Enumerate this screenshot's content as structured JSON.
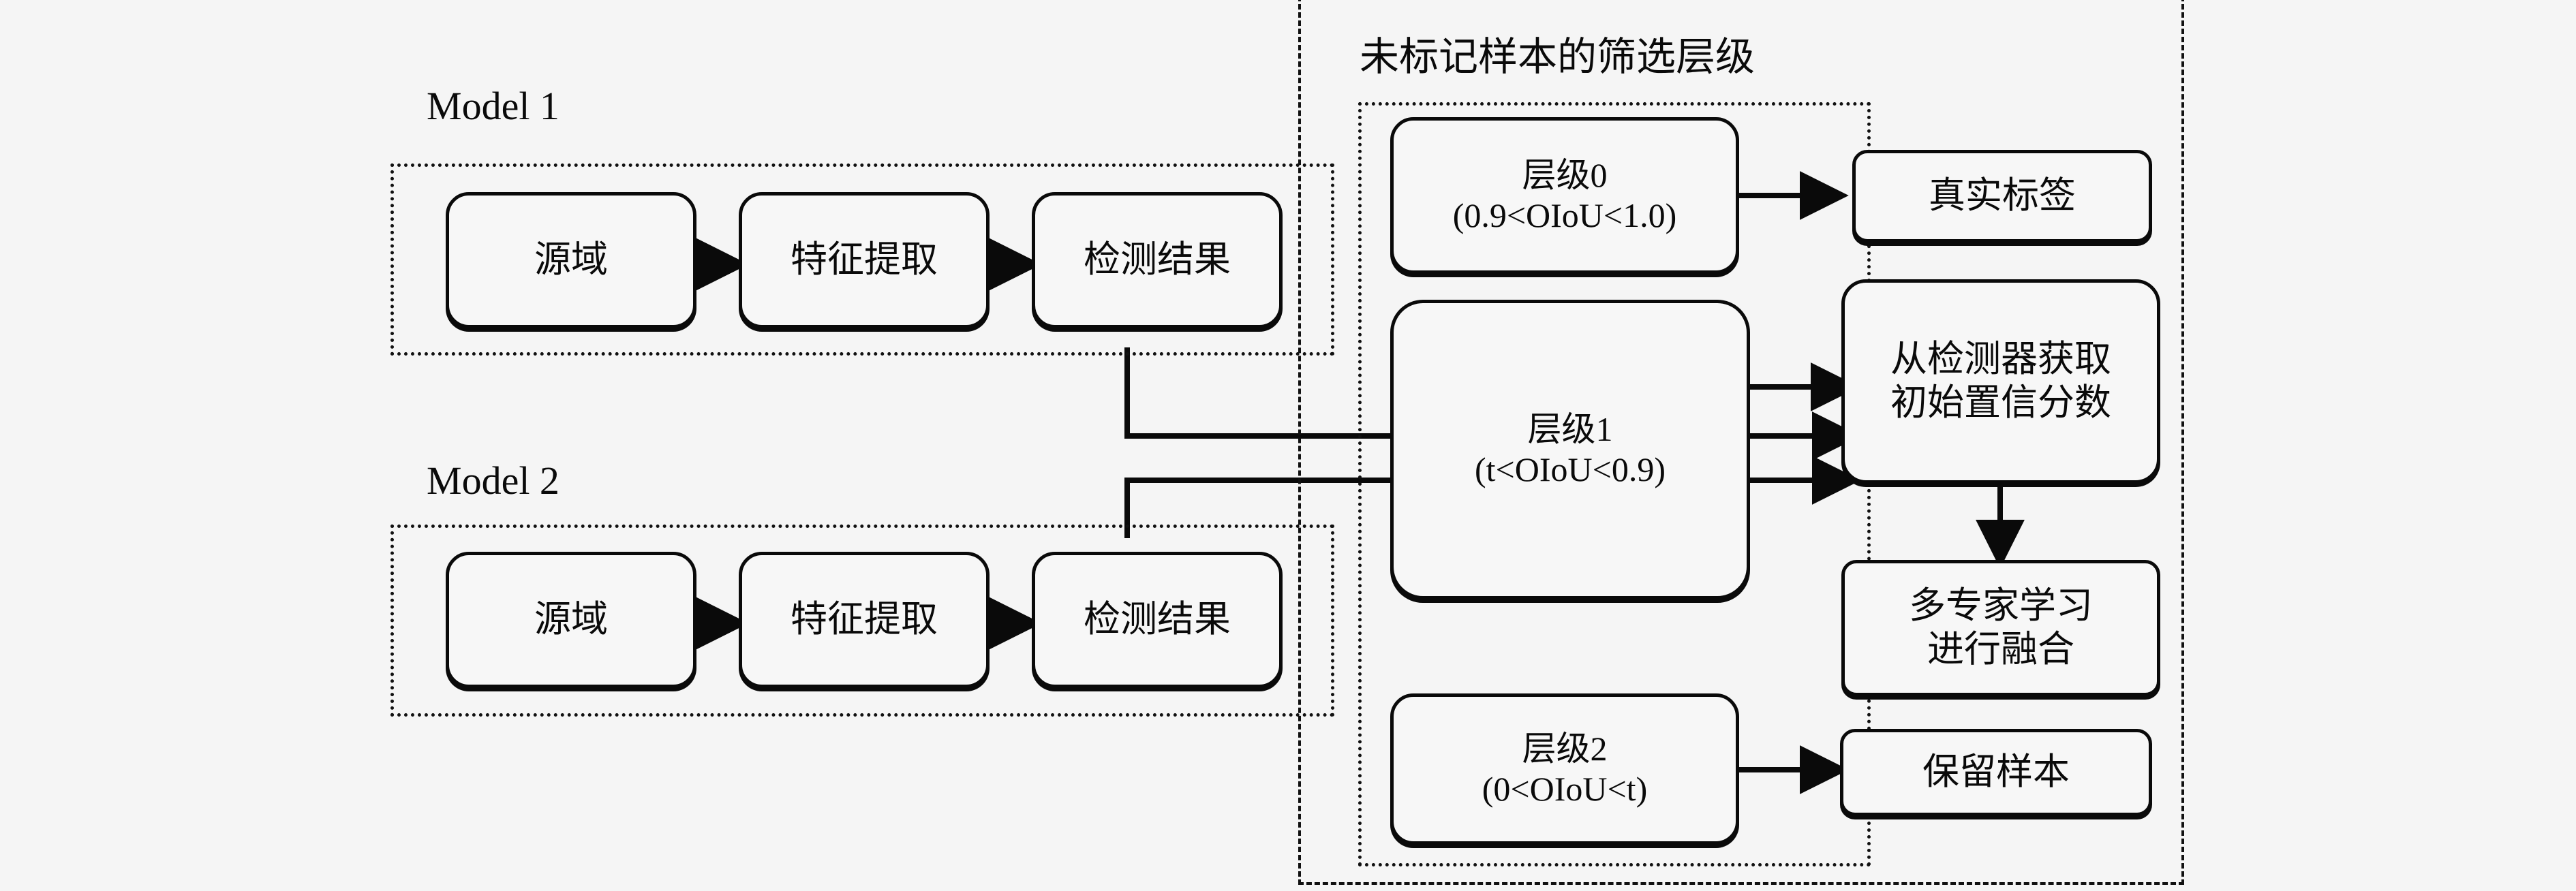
{
  "diagram": {
    "background": "#f5f5f5",
    "stroke": "#0a0a0a",
    "title_right_panel": "未标记样本的筛选层级"
  },
  "models": [
    {
      "label": "Model 1",
      "stages": [
        {
          "name": "source-domain",
          "text": "源域"
        },
        {
          "name": "feature-extraction",
          "text": "特征提取"
        },
        {
          "name": "detection-result",
          "text": "检测结果"
        }
      ]
    },
    {
      "label": "Model 2",
      "stages": [
        {
          "name": "source-domain",
          "text": "源域"
        },
        {
          "name": "feature-extraction",
          "text": "特征提取"
        },
        {
          "name": "detection-result",
          "text": "检测结果"
        }
      ]
    }
  ],
  "levels": [
    {
      "name": "level-0",
      "title": "层级0",
      "range": "(0.9<OIoU<1.0)",
      "text": "层级0\n(0.9<OIoU<1.0)"
    },
    {
      "name": "level-1",
      "title": "层级1",
      "range": "(t<OIoU<0.9)",
      "text": "层级1\n(t<OIoU<0.9)"
    },
    {
      "name": "level-2",
      "title": "层级2",
      "range": "(0<OIoU<t)",
      "text": "层级2\n(0<OIoU<t)"
    }
  ],
  "outcomes": [
    {
      "name": "ground-truth-label",
      "text": "真实标签"
    },
    {
      "name": "initial-confidence-score",
      "text": "从检测器获取\n初始置信分数"
    },
    {
      "name": "multi-expert-fusion",
      "text": "多专家学习\n进行融合"
    },
    {
      "name": "retain-samples",
      "text": "保留样本"
    }
  ]
}
